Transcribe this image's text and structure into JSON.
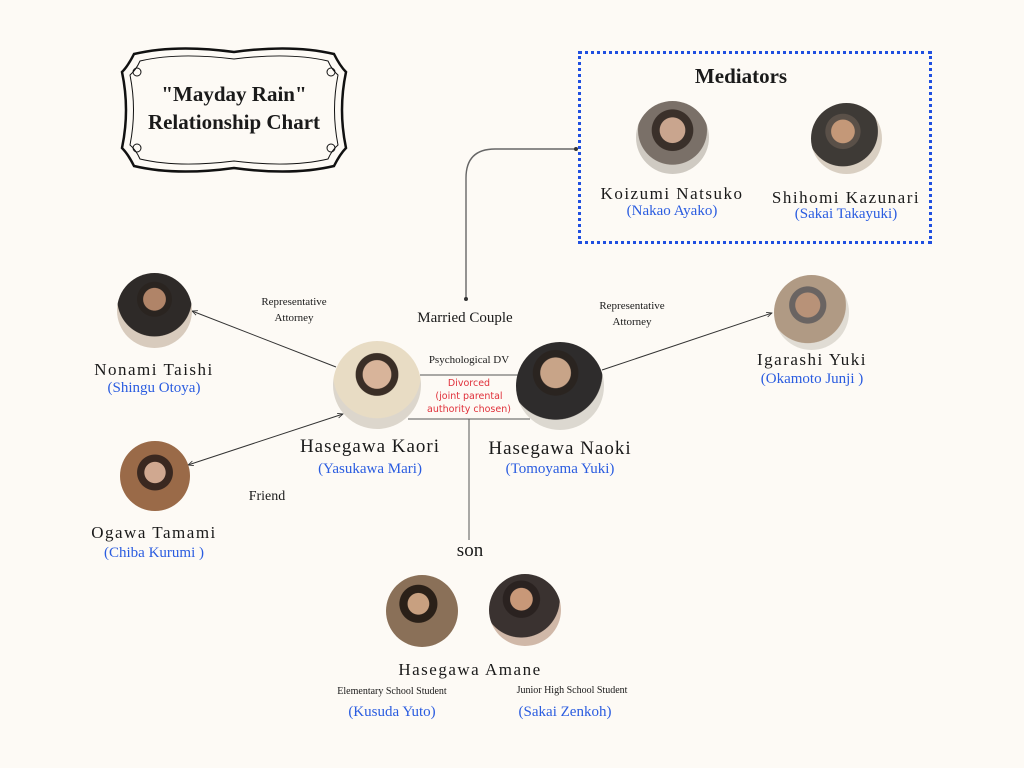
{
  "title": {
    "line1": "\"Mayday Rain\"",
    "line2": "Relationship Chart"
  },
  "mediators": {
    "heading": "Mediators",
    "people": [
      {
        "name": "Koizumi Natsuko",
        "actor": "(Nakao Ayako)"
      },
      {
        "name": "Shihomi Kazunari",
        "actor": "(Sakai Takayuki)"
      }
    ]
  },
  "characters": {
    "nonami": {
      "name": "Nonami Taishi",
      "actor": "(Shingu Otoya)"
    },
    "ogawa": {
      "name": "Ogawa Tamami",
      "actor": "(Chiba Kurumi )"
    },
    "kaori": {
      "name": "Hasegawa Kaori",
      "actor": "(Yasukawa Mari)"
    },
    "naoki": {
      "name": "Hasegawa Naoki",
      "actor": "(Tomoyama Yuki)"
    },
    "igarashi": {
      "name": "Igarashi Yuki",
      "actor": "(Okamoto Junji )"
    },
    "amane": {
      "name": "Hasegawa Amane",
      "young": {
        "label": "Elementary School Student",
        "actor": "(Kusuda Yuto)"
      },
      "older": {
        "label": "Junior High School Student",
        "actor": "(Sakai Zenkoh)"
      }
    }
  },
  "relations": {
    "attorney_left": [
      "Representative",
      "Attorney"
    ],
    "attorney_right": [
      "Representative",
      "Attorney"
    ],
    "married": "Married Couple",
    "dv": "Psychological DV",
    "divorced": [
      "Divorced",
      "(joint parental",
      "authority chosen)"
    ],
    "friend": "Friend",
    "son": "son"
  },
  "colors": {
    "background": "#fdfaf5",
    "actor_blue": "#2a5ce0",
    "divorce_red": "#e0303a",
    "mediator_border": "#1f4fe0"
  }
}
